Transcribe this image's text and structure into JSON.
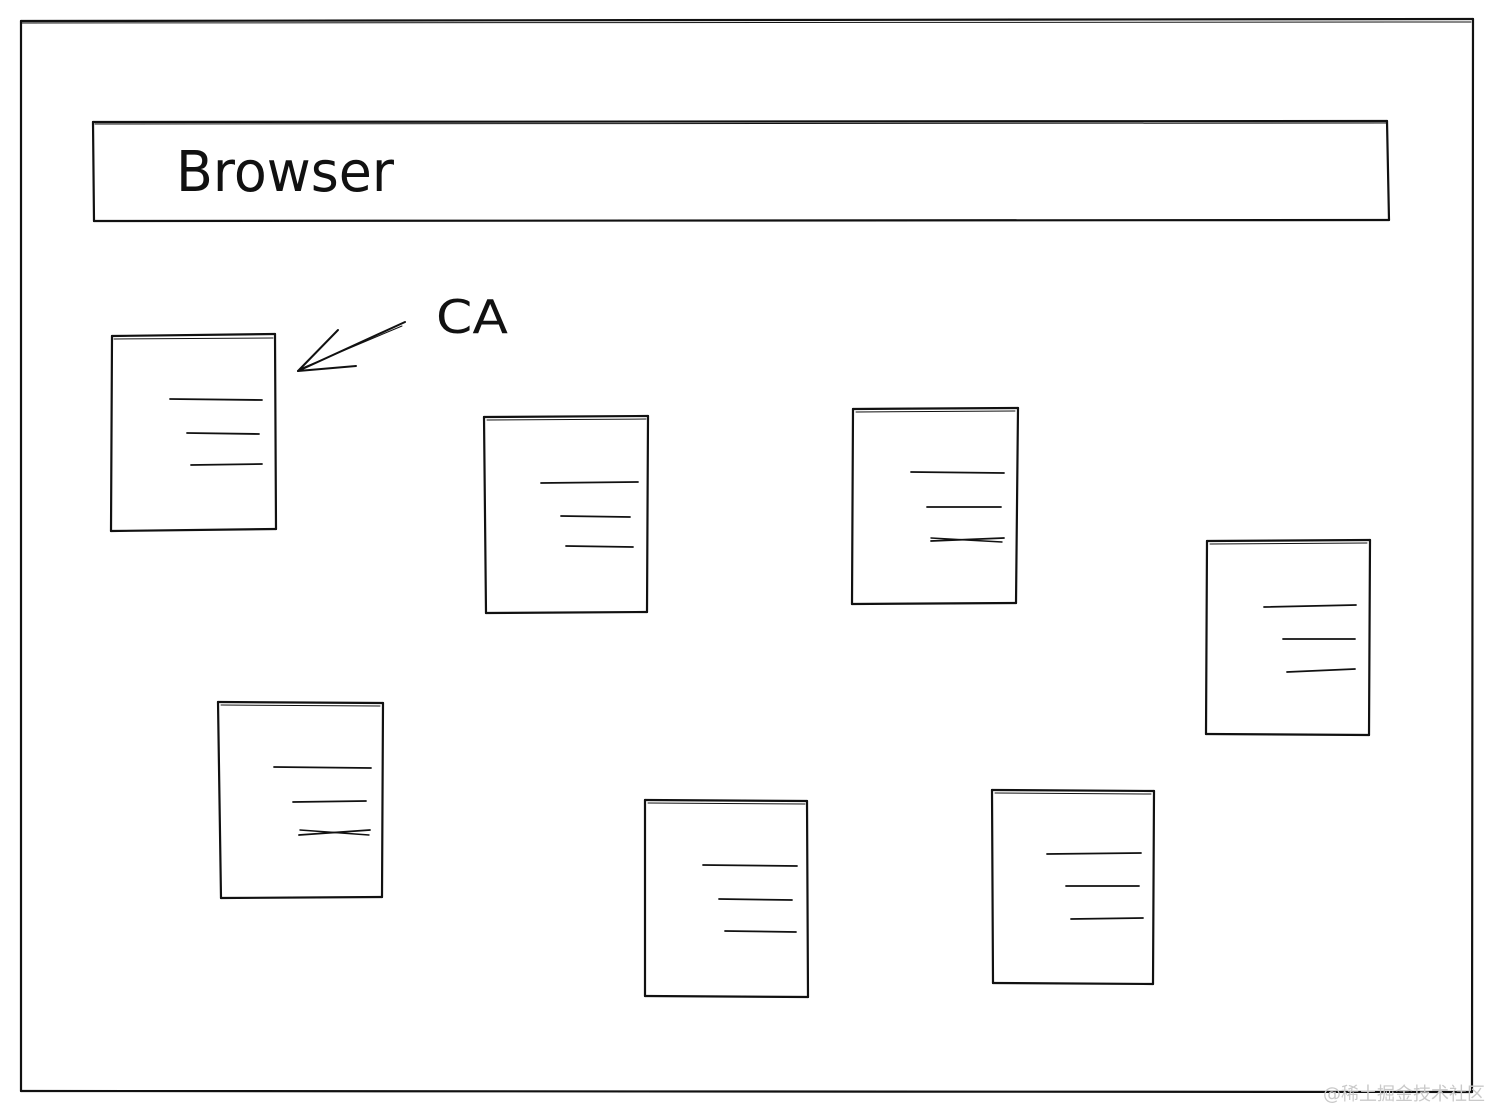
{
  "diagram": {
    "browser_label": "Browser",
    "ca_label": "CA",
    "certificate_count": 7,
    "ink_color": "#111111",
    "background_color": "#ffffff"
  },
  "watermark": {
    "text": "@稀土掘金技术社区",
    "color": "#c9c9c9"
  }
}
